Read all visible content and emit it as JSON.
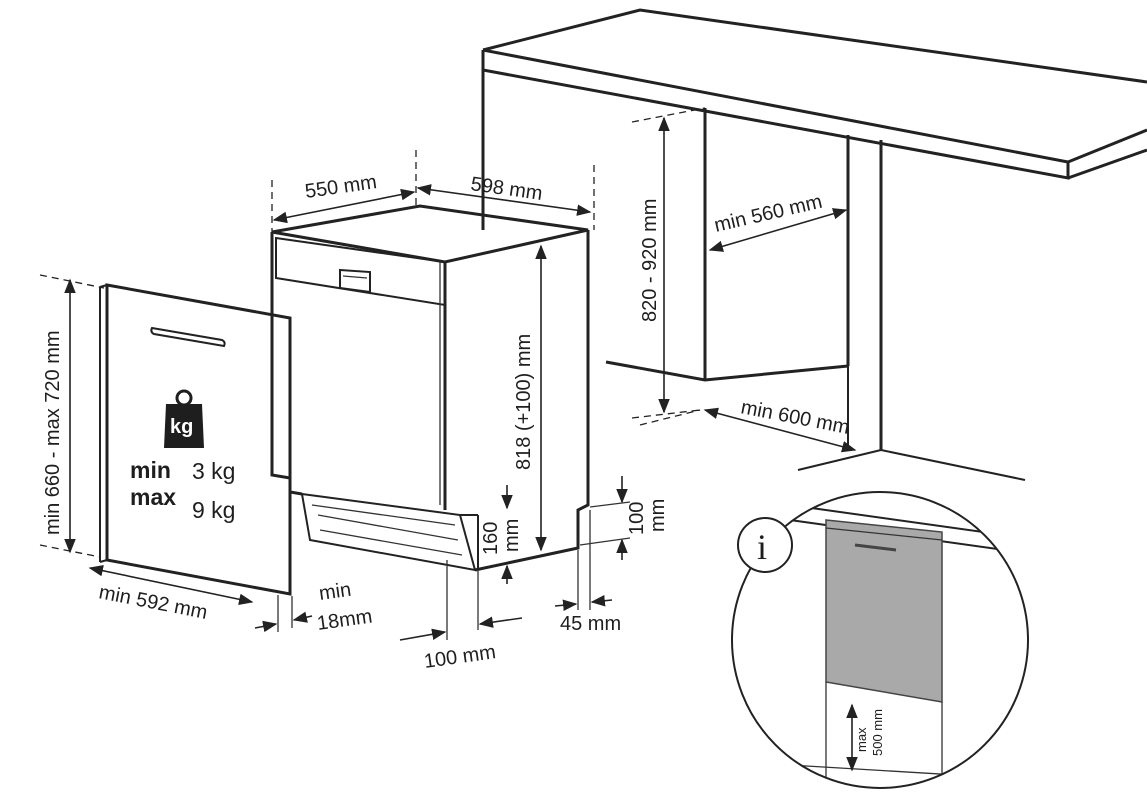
{
  "dimensions": {
    "depth": "550 mm",
    "width": "598 mm",
    "height": "818 (+100) mm",
    "plinth_160": "160",
    "plinth_160_unit": "mm",
    "plinth_100": "100",
    "plinth_100_unit": "mm",
    "gap_45": "45 mm",
    "offset_100": "100 mm",
    "door_height": "min 660 - max 720 mm",
    "door_width": "min 592 mm",
    "door_gap_min": "min",
    "door_gap_value": "18mm",
    "niche_height": "820 - 920 mm",
    "niche_width": "min 560 mm",
    "niche_depth": "min 600 mm"
  },
  "weight": {
    "icon_label": "kg",
    "min_label": "min",
    "min_value": "3 kg",
    "max_label": "max",
    "max_value": "9 kg"
  },
  "info": {
    "icon_glyph": "i",
    "max_label": "max",
    "max_value": "500 mm"
  }
}
